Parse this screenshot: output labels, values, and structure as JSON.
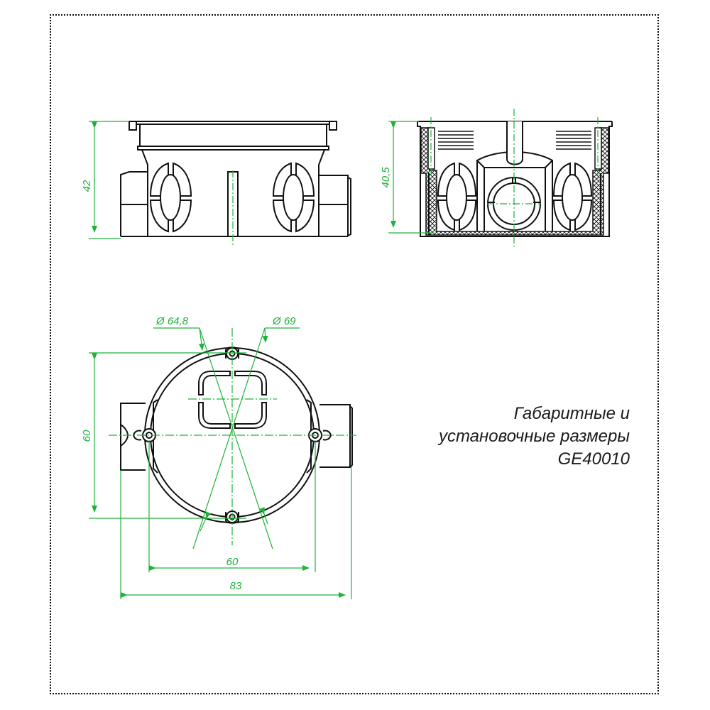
{
  "colors": {
    "outline": "#111111",
    "dimension": "#1db33a",
    "background": "#ffffff"
  },
  "caption": {
    "line1": "Габаритные и",
    "line2": "установочные размеры",
    "line3": "GE40010"
  },
  "views": {
    "side_view": {
      "height_label": "42"
    },
    "section_view": {
      "height_label": "40,5"
    },
    "plan_view": {
      "inner_diameter_label": "Ø 64,8",
      "outer_diameter_label": "Ø 69",
      "mounting_vertical_label": "60",
      "mounting_horizontal_label": "60",
      "overall_width_label": "83"
    }
  }
}
